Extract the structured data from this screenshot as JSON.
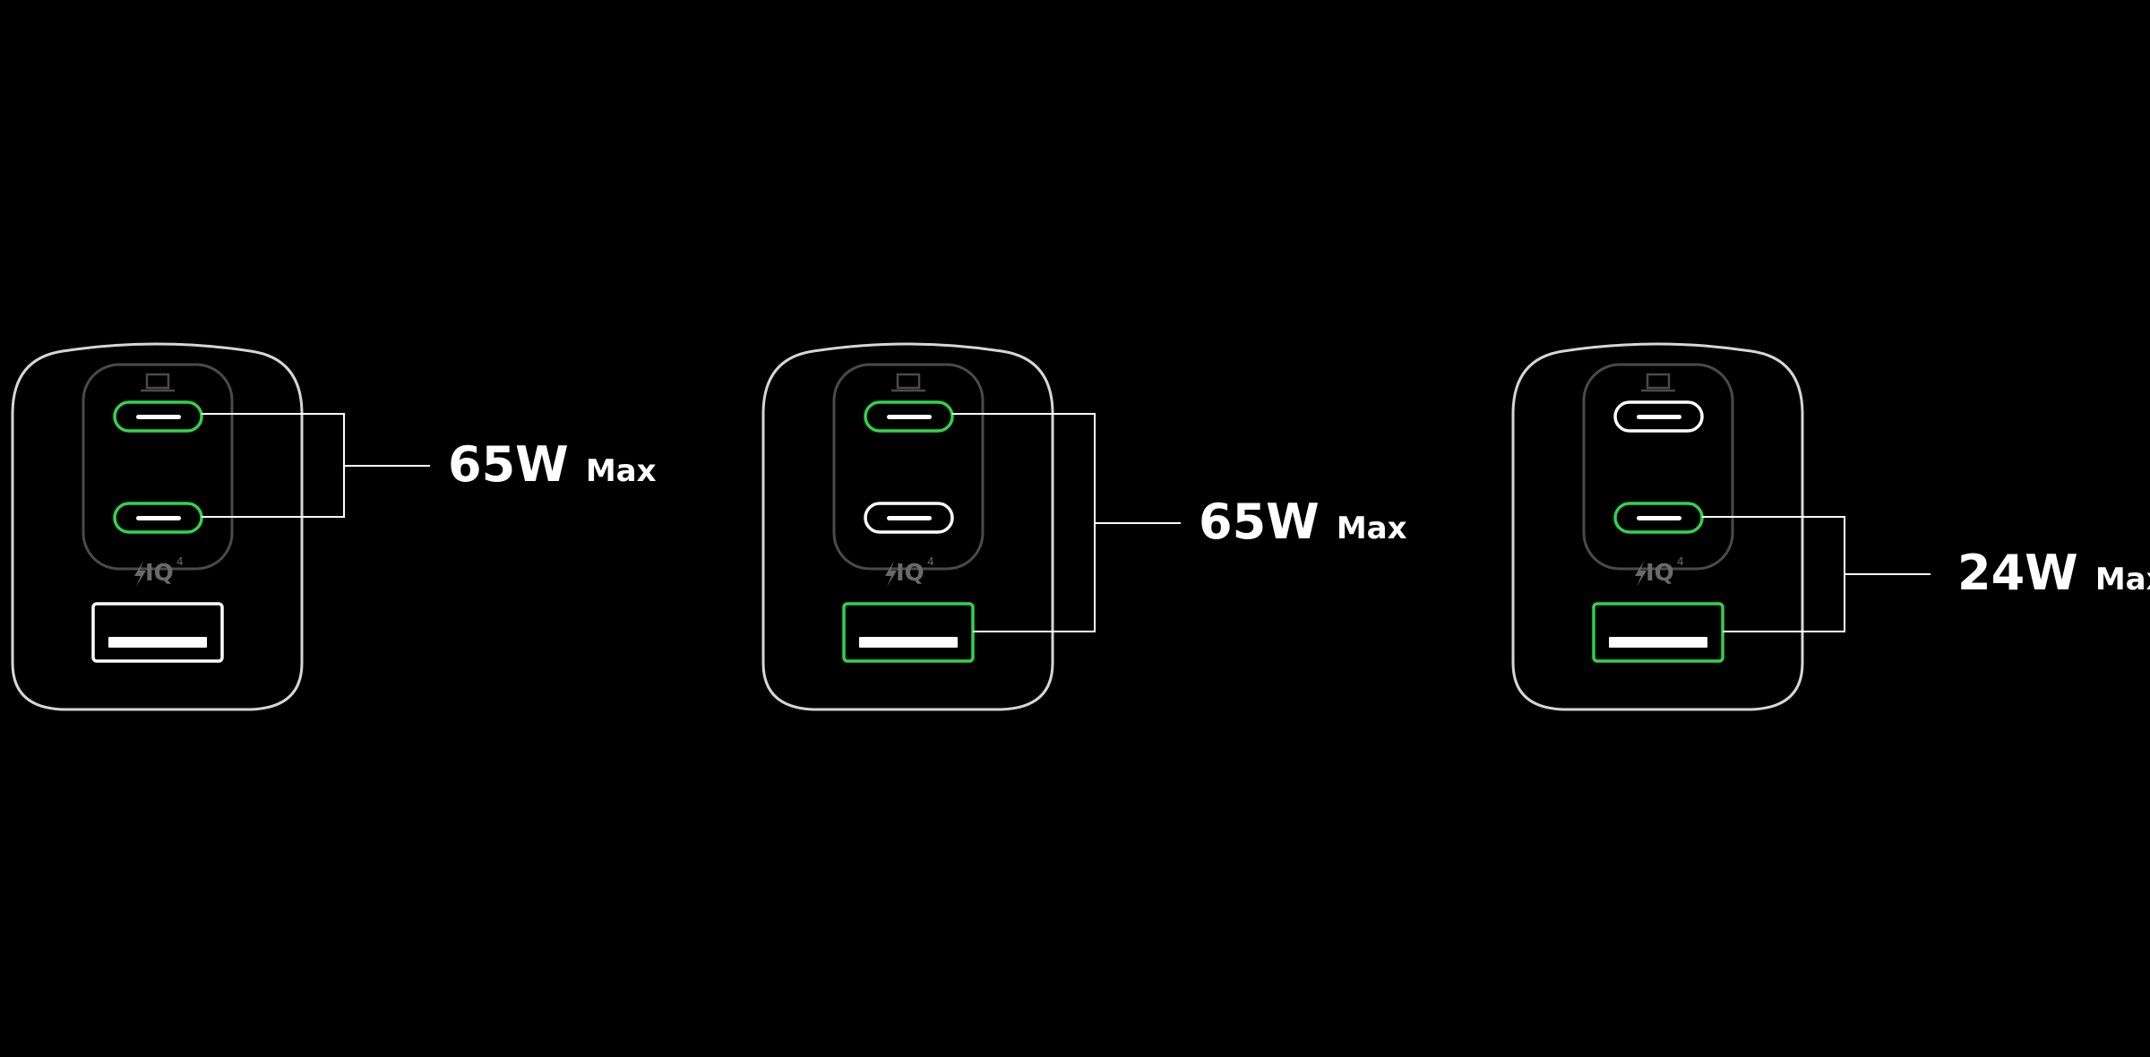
{
  "colors": {
    "background": "#000000",
    "outline": "#d6d6d6",
    "inner_outline": "#4a4a4a",
    "active": "#2fd44a",
    "inactive": "#ffffff",
    "label": "#ffffff",
    "logo": "#6a6a6a"
  },
  "logo": {
    "text": "IQ",
    "superscript": "4",
    "icon": "bolt-icon"
  },
  "top_icon": "laptop-icon",
  "configs": [
    {
      "ports": {
        "c1": "active",
        "c2": "active",
        "a": "inactive"
      },
      "label": {
        "watts": "65W",
        "suffix": "Max"
      }
    },
    {
      "ports": {
        "c1": "active",
        "c2": "inactive",
        "a": "active"
      },
      "label": {
        "watts": "65W",
        "suffix": "Max"
      }
    },
    {
      "ports": {
        "c1": "inactive",
        "c2": "active",
        "a": "active"
      },
      "label": {
        "watts": "24W",
        "suffix": "Max"
      }
    }
  ]
}
